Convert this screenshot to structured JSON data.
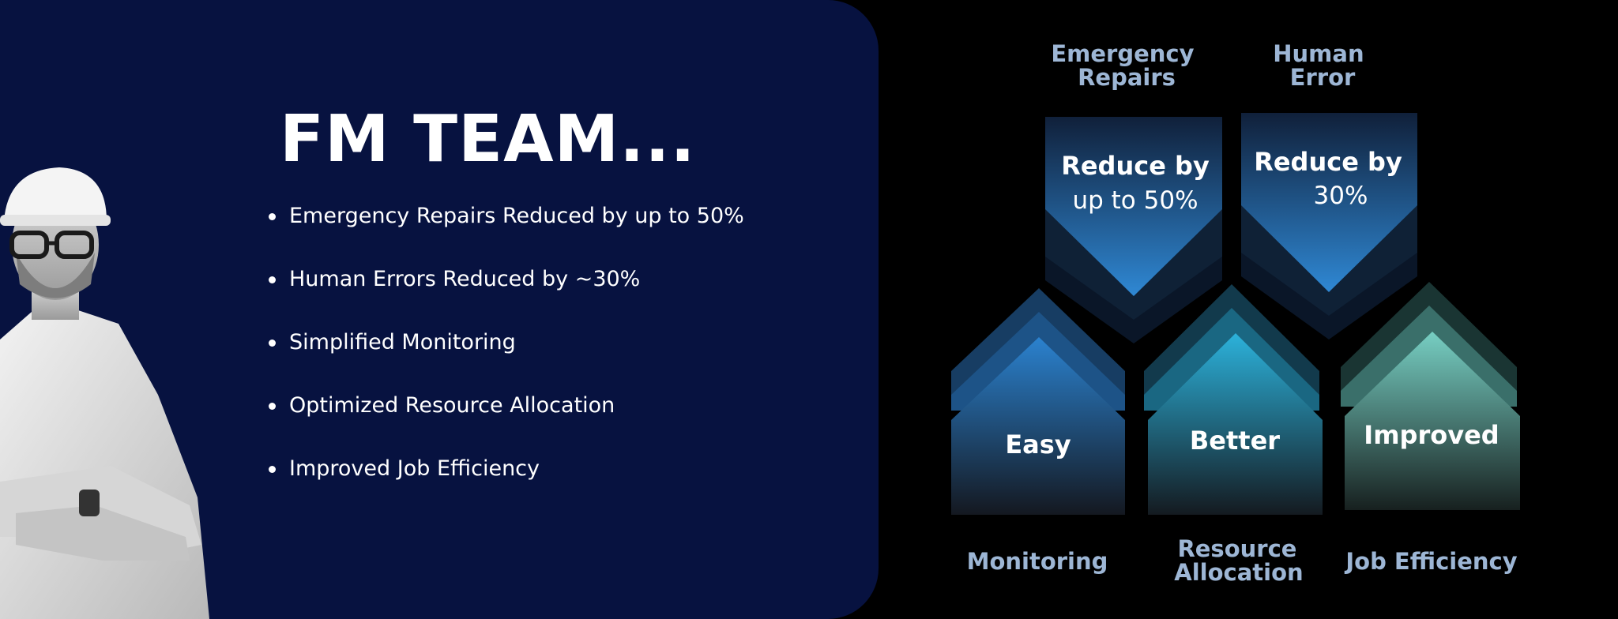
{
  "slide": {
    "title": "FM TEAM...",
    "bullets": [
      "Emergency Repairs Reduced by up to 50%",
      "Human Errors Reduced by ~30%",
      "Simplified Monitoring",
      "Optimized Resource Allocation",
      "Improved Job Efficiency"
    ]
  },
  "diagram": {
    "top_labels": [
      {
        "line1": "Emergency",
        "line2": "Repairs"
      },
      {
        "line1": "Human",
        "line2": "Error"
      }
    ],
    "down_arrows": [
      {
        "line1": "Reduce by",
        "line2": "up to 50%"
      },
      {
        "line1": "Reduce by",
        "line2": "30%"
      }
    ],
    "up_arrows": [
      {
        "text": "Easy"
      },
      {
        "text": "Better"
      },
      {
        "text": "Improved"
      }
    ],
    "bottom_labels": [
      {
        "line1": "Monitoring",
        "line2": ""
      },
      {
        "line1": "Resource",
        "line2": "Allocation"
      },
      {
        "line1": "Job Efficiency",
        "line2": ""
      }
    ]
  },
  "colors": {
    "left_panel": "#071240",
    "background": "#000000",
    "label_color": "#9db6d5",
    "blue_accent": "#2f86d2",
    "teal_accent": "#2aa6c8",
    "green_accent": "#6fc3b7"
  }
}
